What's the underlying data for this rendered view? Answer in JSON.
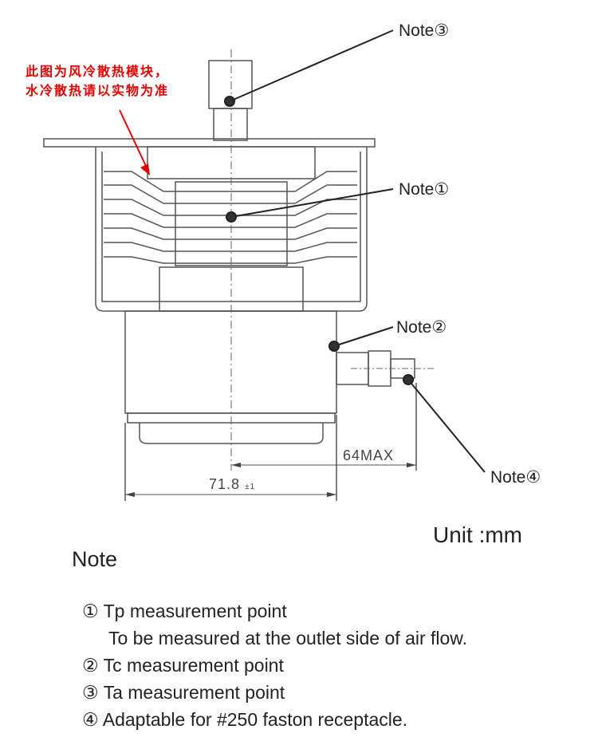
{
  "callouts": {
    "note3": "Note③",
    "note1": "Note①",
    "note2": "Note②",
    "note4": "Note④"
  },
  "annotation_cn": [
    "此图为风冷散热模块，",
    "水冷散热请以实物为准"
  ],
  "dimensions": {
    "max_label": "64MAX",
    "width_label": "71.8",
    "width_tolerance": "±1"
  },
  "unit": "Unit :mm",
  "notes": {
    "heading": "Note",
    "items": [
      "① Tp measurement point",
      "To be measured at the outlet side of air flow.",
      "② Tc measurement point",
      "③ Ta measurement point",
      "④ Adaptable for #250 faston receptacle."
    ]
  },
  "colors": {
    "annotation": "#e00000",
    "line": "#555555"
  }
}
